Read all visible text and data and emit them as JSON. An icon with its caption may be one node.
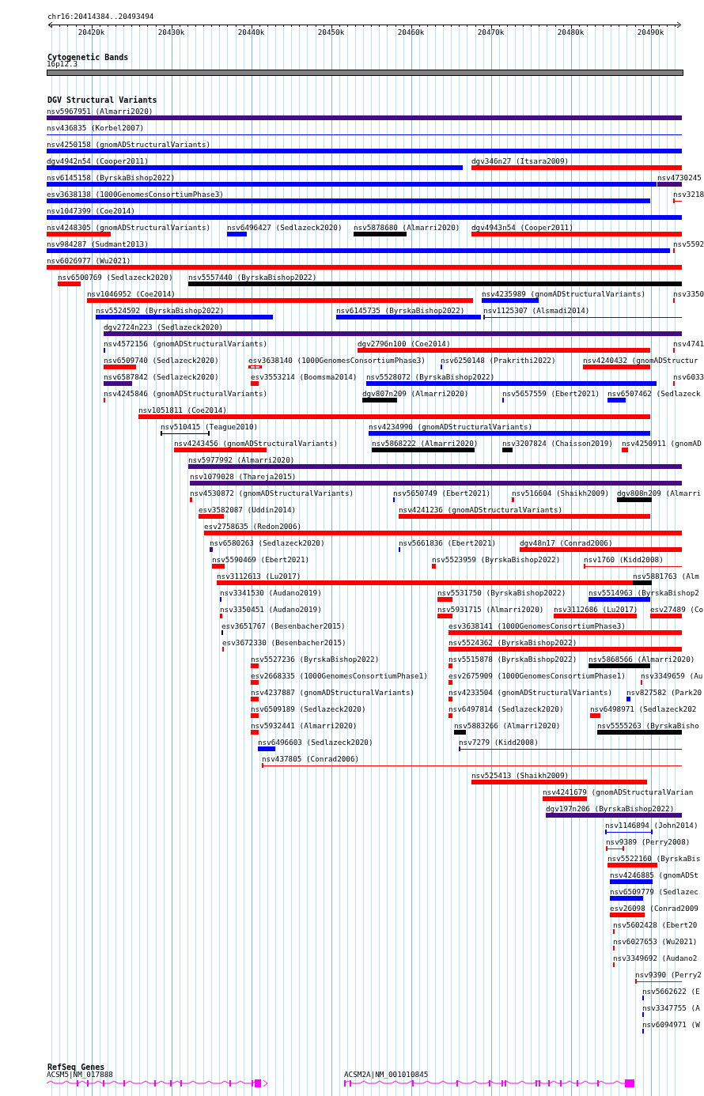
{
  "diagram": {
    "nodes": [
      {
        "text": [
          "16p12.3"
        ]
      },
      {
        "text": [
          "nsv5967951 (Almarri2020)"
        ]
      },
      {
        "text": [
          "nsv436835 (Korbel2007)"
        ]
      },
      {
        "text": [
          "nsv4250158 (gnomADStructuralVariants)"
        ]
      },
      {
        "text": [
          "dgv4942n54 (Cooper2011)"
        ]
      },
      {
        "text": [
          "dgv346n27 (Itsara2009)"
        ]
      },
      {
        "text": [
          "nsv6145158 (ByrskaBishop2022)"
        ]
      },
      {
        "text": [
          "nsv4730245"
        ]
      },
      {
        "text": [
          "esv3638138 (1000GenomesConsortiumPhase3)"
        ]
      },
      {
        "text": [
          "nsv3218"
        ]
      },
      {
        "text": [
          "nsv1047399 (Coe2014)"
        ]
      },
      {
        "text": [
          "nsv4248305 (gnomADStructuralVariants)"
        ]
      },
      {
        "text": [
          "nsv6496427 (Sedlazeck2020)"
        ]
      },
      {
        "text": [
          "nsv5878680 (Almarri2020)"
        ]
      },
      {
        "text": [
          "dgv4943n54 (Cooper2011)"
        ]
      },
      {
        "text": [
          "nsv984287 (Sudmant2013)"
        ]
      },
      {
        "text": [
          "nsv5592"
        ]
      },
      {
        "text": [
          "nsv6026977 (Wu2021)"
        ]
      },
      {
        "text": [
          "nsv6500769 (Sedlazeck2020)"
        ]
      },
      {
        "text": [
          "nsv5557440 (ByrskaBishop2022)"
        ]
      },
      {
        "text": [
          "nsv1046952 (Coe2014)"
        ]
      },
      {
        "text": [
          "nsv4235989 (gnomADStructuralVariants)"
        ]
      },
      {
        "text": [
          "nsv3350"
        ]
      },
      {
        "text": [
          "nsv5524592 (ByrskaBishop2022)"
        ]
      },
      {
        "text": [
          "nsv6145735 (ByrskaBishop2022)"
        ]
      },
      {
        "text": [
          "nsv1125307 (Alsmadi2014)"
        ]
      },
      {
        "text": [
          "dgv2724n223 (Sedlazeck2020)"
        ]
      },
      {
        "text": [
          "nsv4572156 (gnomADStructuralVariants)"
        ]
      },
      {
        "text": [
          "dgv2796n100 (Coe2014)"
        ]
      },
      {
        "text": [
          "nsv4741"
        ]
      },
      {
        "text": [
          "nsv6509740 (Sedlazeck2020)"
        ]
      },
      {
        "text": [
          "esv3638140 (1000GenomesConsortiumPhase3)"
        ]
      },
      {
        "text": [
          "nsv6250148 (Prakrithi2022)"
        ]
      },
      {
        "text": [
          "nsv4240432 (gnomADStructur"
        ]
      },
      {
        "text": [
          "nsv6587842 (Sedlazeck2020)"
        ]
      },
      {
        "text": [
          "esv3553214 (Boomsma2014)"
        ]
      },
      {
        "text": [
          "nsv5528072 (ByrskaBishop2022)"
        ]
      },
      {
        "text": [
          "nsv6033"
        ]
      },
      {
        "text": [
          "nsv4245846 (gnomADStructuralVariants)"
        ]
      },
      {
        "text": [
          "dgv807n209 (Almarri2020)"
        ]
      },
      {
        "text": [
          "nsv5657559 (Ebert2021)"
        ]
      },
      {
        "text": [
          "nsv6507462 (Sedlazeck"
        ]
      },
      {
        "text": [
          "nsv1051811 (Coe2014)"
        ]
      },
      {
        "text": [
          "nsv510415 (Teague2010)"
        ]
      },
      {
        "text": [
          "nsv4234990 (gnomADStructuralVariants)"
        ]
      },
      {
        "text": [
          "nsv4243456 (gnomADStructuralVariants)"
        ]
      },
      {
        "text": [
          "nsv5868222 (Almarri2020)"
        ]
      },
      {
        "text": [
          "nsv3207824 (Chaisson2019)"
        ]
      },
      {
        "text": [
          "nsv4250911 (gnomAD"
        ]
      },
      {
        "text": [
          "nsv5977992 (Almarri2020)"
        ]
      },
      {
        "text": [
          "nsv1079028 (Thareja2015)"
        ]
      },
      {
        "text": [
          "nsv4530872 (gnomADStructuralVariants)"
        ]
      },
      {
        "text": [
          "nsv5650749 (Ebert2021)"
        ]
      },
      {
        "text": [
          "nsv516604 (Shaikh2009)"
        ]
      },
      {
        "text": [
          "dgv808n209 (Almarri"
        ]
      },
      {
        "text": [
          "esv3582087 (Uddin2014)"
        ]
      },
      {
        "text": [
          "nsv4241236 (gnomADStructuralVariants)"
        ]
      },
      {
        "text": [
          "esv2758635 (Redon2006)"
        ]
      },
      {
        "text": [
          "nsv6580263 (Sedlazeck2020)"
        ]
      },
      {
        "text": [
          "nsv5661836 (Ebert2021)"
        ]
      },
      {
        "text": [
          "dgv48n17 (Conrad2006)"
        ]
      },
      {
        "text": [
          "nsv5590469 (Ebert2021)"
        ]
      },
      {
        "text": [
          "nsv5523959 (ByrskaBishop2022)"
        ]
      },
      {
        "text": [
          "nsv1760 (Kidd2008)"
        ]
      },
      {
        "text": [
          "nsv3112613 (Lu2017)"
        ]
      },
      {
        "text": [
          "nsv5881763 (Alm"
        ]
      },
      {
        "text": [
          "nsv3341530 (Audano2019)"
        ]
      },
      {
        "text": [
          "nsv5531750 (ByrskaBishop2022)"
        ]
      },
      {
        "text": [
          "nsv5514963 (ByrskaBishop2"
        ]
      },
      {
        "text": [
          "nsv3350451 (Audano2019)"
        ]
      },
      {
        "text": [
          "nsv5931715 (Almarri2020)"
        ]
      },
      {
        "text": [
          "nsv3112686 (Lu2017)"
        ]
      },
      {
        "text": [
          "esv27489 (Co"
        ]
      },
      {
        "text": [
          "esv3651767 (Besenbacher2015)"
        ]
      },
      {
        "text": [
          "esv3638141 (1000GenomesConsortiumPhase3)"
        ]
      },
      {
        "text": [
          "esv3672330 (Besenbacher2015)"
        ]
      },
      {
        "text": [
          "nsv5524362 (ByrskaBishop2022)"
        ]
      },
      {
        "text": [
          "nsv5527236 (ByrskaBishop2022)"
        ]
      },
      {
        "text": [
          "nsv5515878 (ByrskaBishop2022)"
        ]
      },
      {
        "text": [
          "nsv5868566 (Almarri2020)"
        ]
      },
      {
        "text": [
          "esv2668335 (1000GenomesConsortiumPhase1)"
        ]
      },
      {
        "text": [
          "esv2675909 (1000GenomesConsortiumPhase1)"
        ]
      },
      {
        "text": [
          "nsv3349659 (Au"
        ]
      },
      {
        "text": [
          "nsv4237887 (gnomADStructuralVariants)"
        ]
      },
      {
        "text": [
          "nsv4233504 (gnomADStructuralVariants)"
        ]
      },
      {
        "text": [
          "nsv827582 (Park20"
        ]
      },
      {
        "text": [
          "nsv6509189 (Sedlazeck2020)"
        ]
      },
      {
        "text": [
          "nsv6497814 (Sedlazeck2020)"
        ]
      },
      {
        "text": [
          "nsv6498971 (Sedlazeck202"
        ]
      },
      {
        "text": [
          "nsv5932441 (Almarri2020)"
        ]
      },
      {
        "text": [
          "nsv5883266 (Almarri2020)"
        ]
      },
      {
        "text": [
          "nsv5555263 (ByrskaBisho"
        ]
      },
      {
        "text": [
          "nsv6496603 (Sedlazeck2020)"
        ]
      },
      {
        "text": [
          "nsv7279 (Kidd2008)"
        ]
      },
      {
        "text": [
          "nsv437805 (Conrad2006)"
        ]
      },
      {
        "text": [
          "nsv525413 (Shaikh2009)"
        ]
      },
      {
        "text": [
          "nsv4241679 (gnomADStructuralVarian"
        ]
      },
      {
        "text": [
          "dgv197n206 (ByrskaBishop2022)"
        ]
      },
      {
        "text": [
          "nsv1146894 (John2014)"
        ]
      },
      {
        "text": [
          "nsv9389 (Perry2008)"
        ]
      },
      {
        "text": [
          "nsv5522160 (ByrskaBis"
        ]
      },
      {
        "text": [
          "nsv4246885 (gnomADSt"
        ]
      },
      {
        "text": [
          "nsv6509779 (Sedlazec"
        ]
      },
      {
        "text": [
          "esv26098 (Conrad2009"
        ]
      },
      {
        "text": [
          "nsv5602428 (Ebert20"
        ]
      },
      {
        "text": [
          "nsv6027653 (Wu2021)"
        ]
      },
      {
        "text": [
          "nsv3349692 (Audano2"
        ]
      },
      {
        "text": [
          "nsv9390 (Perry2"
        ]
      },
      {
        "text": [
          "nsv5662622 (E"
        ]
      },
      {
        "text": [
          "nsv3347755 (A"
        ]
      },
      {
        "text": [
          "nsv6094971 (W"
        ]
      },
      {
        "text": [
          "ACSM5|NM_017888"
        ]
      },
      {
        "text": [
          "ACSM2A|NM_001010845"
        ]
      }
    ],
    "labels": [
      "chr16:20414384..20493494",
      "20420k",
      "20430k",
      "20440k",
      "20450k",
      "20460k",
      "20470k",
      "20480k",
      "20490k",
      "Cytogenetic Bands",
      "DGV Structural Variants",
      "RefSeq Genes"
    ]
  }
}
